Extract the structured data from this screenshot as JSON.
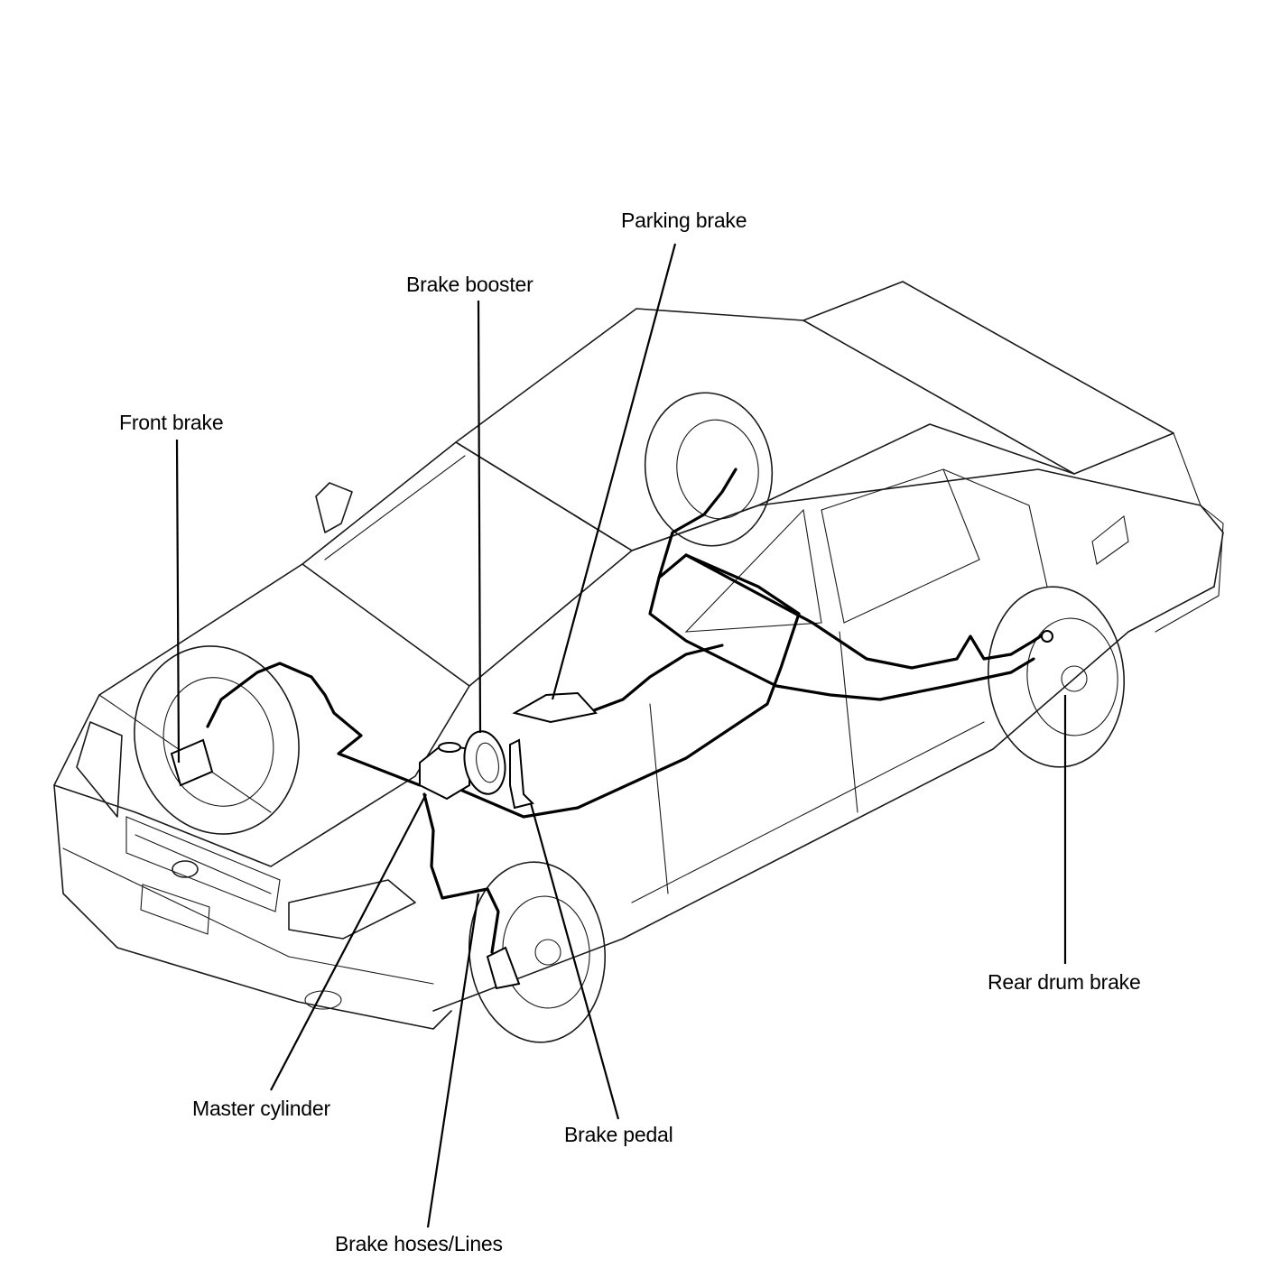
{
  "labels": {
    "parking_brake": "Parking brake",
    "brake_booster": "Brake booster",
    "front_brake": "Front brake",
    "rear_drum_brake": "Rear drum brake",
    "master_cylinder": "Master cylinder",
    "brake_pedal": "Brake pedal",
    "brake_hoses_lines": "Brake hoses/Lines"
  },
  "colors": {
    "line": "#000000",
    "background": "#ffffff"
  }
}
